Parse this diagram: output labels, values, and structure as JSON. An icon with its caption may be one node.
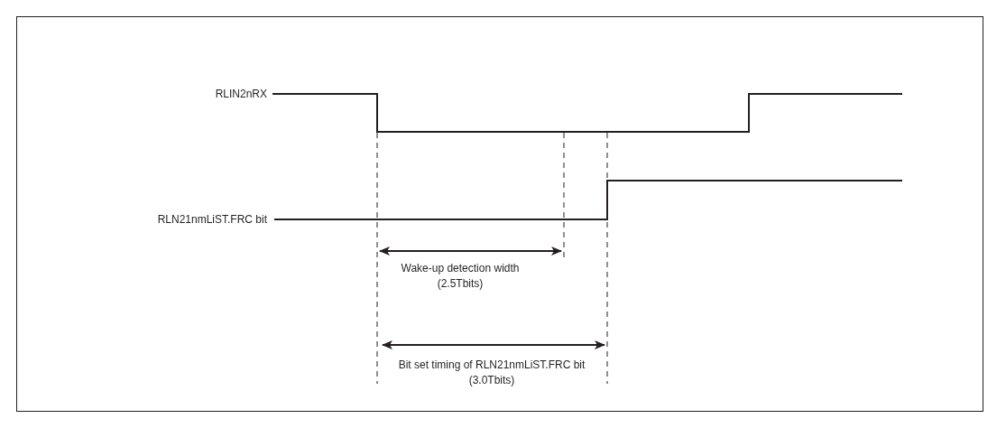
{
  "diagram": {
    "labels": [
      "RLIN2nRX",
      "RLN21nmLiST.FRC bit",
      "Wake-up detection width (2.5Tbits)",
      "Bit set timing of RLN21nmLiST.FRC bit (3.0Tbits)"
    ]
  }
}
